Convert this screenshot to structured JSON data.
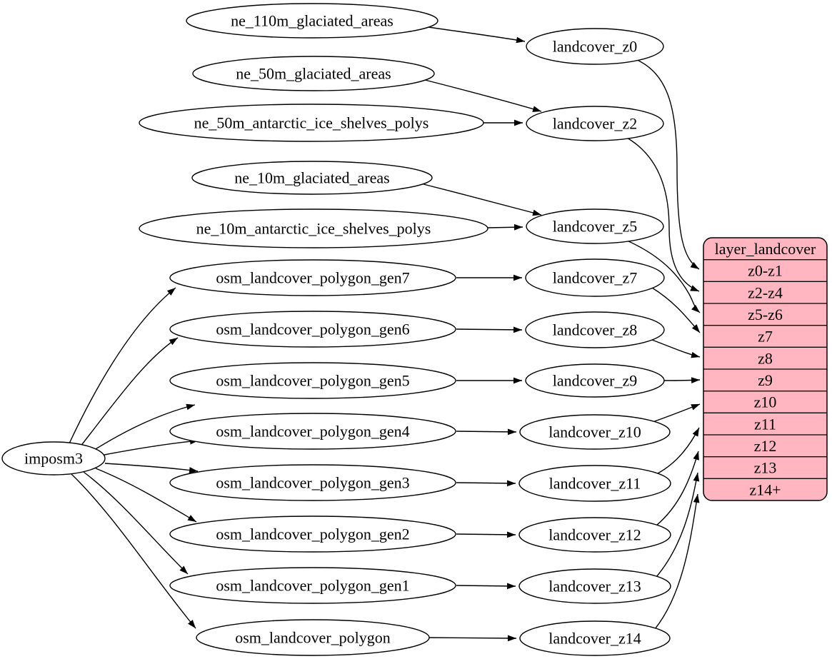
{
  "record": {
    "title": "layer_landcover",
    "rows": [
      "z0-z1",
      "z2-z4",
      "z5-z6",
      "z7",
      "z8",
      "z9",
      "z10",
      "z11",
      "z12",
      "z13",
      "z14+"
    ]
  },
  "nodes": {
    "imposm3": "imposm3",
    "ne_110m_glaciated_areas": "ne_110m_glaciated_areas",
    "ne_50m_glaciated_areas": "ne_50m_glaciated_areas",
    "ne_50m_antarctic_ice_shelves_polys": "ne_50m_antarctic_ice_shelves_polys",
    "ne_10m_glaciated_areas": "ne_10m_glaciated_areas",
    "ne_10m_antarctic_ice_shelves_polys": "ne_10m_antarctic_ice_shelves_polys",
    "osm_landcover_polygon_gen7": "osm_landcover_polygon_gen7",
    "osm_landcover_polygon_gen6": "osm_landcover_polygon_gen6",
    "osm_landcover_polygon_gen5": "osm_landcover_polygon_gen5",
    "osm_landcover_polygon_gen4": "osm_landcover_polygon_gen4",
    "osm_landcover_polygon_gen3": "osm_landcover_polygon_gen3",
    "osm_landcover_polygon_gen2": "osm_landcover_polygon_gen2",
    "osm_landcover_polygon_gen1": "osm_landcover_polygon_gen1",
    "osm_landcover_polygon": "osm_landcover_polygon",
    "landcover_z0": "landcover_z0",
    "landcover_z2": "landcover_z2",
    "landcover_z5": "landcover_z5",
    "landcover_z7": "landcover_z7",
    "landcover_z8": "landcover_z8",
    "landcover_z9": "landcover_z9",
    "landcover_z10": "landcover_z10",
    "landcover_z11": "landcover_z11",
    "landcover_z12": "landcover_z12",
    "landcover_z13": "landcover_z13",
    "landcover_z14": "landcover_z14"
  },
  "edges": [
    {
      "from": "imposm3",
      "to": "osm_landcover_polygon_gen7"
    },
    {
      "from": "imposm3",
      "to": "osm_landcover_polygon_gen6"
    },
    {
      "from": "imposm3",
      "to": "osm_landcover_polygon_gen5"
    },
    {
      "from": "imposm3",
      "to": "osm_landcover_polygon_gen4"
    },
    {
      "from": "imposm3",
      "to": "osm_landcover_polygon_gen3"
    },
    {
      "from": "imposm3",
      "to": "osm_landcover_polygon_gen2"
    },
    {
      "from": "imposm3",
      "to": "osm_landcover_polygon_gen1"
    },
    {
      "from": "imposm3",
      "to": "osm_landcover_polygon"
    },
    {
      "from": "ne_110m_glaciated_areas",
      "to": "landcover_z0"
    },
    {
      "from": "ne_50m_glaciated_areas",
      "to": "landcover_z2"
    },
    {
      "from": "ne_50m_antarctic_ice_shelves_polys",
      "to": "landcover_z2"
    },
    {
      "from": "ne_10m_glaciated_areas",
      "to": "landcover_z5"
    },
    {
      "from": "ne_10m_antarctic_ice_shelves_polys",
      "to": "landcover_z5"
    },
    {
      "from": "osm_landcover_polygon_gen7",
      "to": "landcover_z7"
    },
    {
      "from": "osm_landcover_polygon_gen6",
      "to": "landcover_z8"
    },
    {
      "from": "osm_landcover_polygon_gen5",
      "to": "landcover_z9"
    },
    {
      "from": "osm_landcover_polygon_gen4",
      "to": "landcover_z10"
    },
    {
      "from": "osm_landcover_polygon_gen3",
      "to": "landcover_z11"
    },
    {
      "from": "osm_landcover_polygon_gen2",
      "to": "landcover_z12"
    },
    {
      "from": "osm_landcover_polygon_gen1",
      "to": "landcover_z13"
    },
    {
      "from": "osm_landcover_polygon",
      "to": "landcover_z14"
    },
    {
      "from": "landcover_z0",
      "to": "layer_landcover.z0-z1"
    },
    {
      "from": "landcover_z2",
      "to": "layer_landcover.z2-z4"
    },
    {
      "from": "landcover_z5",
      "to": "layer_landcover.z5-z6"
    },
    {
      "from": "landcover_z7",
      "to": "layer_landcover.z7"
    },
    {
      "from": "landcover_z8",
      "to": "layer_landcover.z8"
    },
    {
      "from": "landcover_z9",
      "to": "layer_landcover.z9"
    },
    {
      "from": "landcover_z10",
      "to": "layer_landcover.z10"
    },
    {
      "from": "landcover_z11",
      "to": "layer_landcover.z11"
    },
    {
      "from": "landcover_z12",
      "to": "layer_landcover.z12"
    },
    {
      "from": "landcover_z13",
      "to": "layer_landcover.z13"
    },
    {
      "from": "landcover_z14",
      "to": "layer_landcover.z14+"
    }
  ],
  "colors": {
    "background": "#ffffff",
    "node_fill": "#ffffff",
    "record_fill": "#ffb6c1",
    "stroke": "#000000"
  }
}
